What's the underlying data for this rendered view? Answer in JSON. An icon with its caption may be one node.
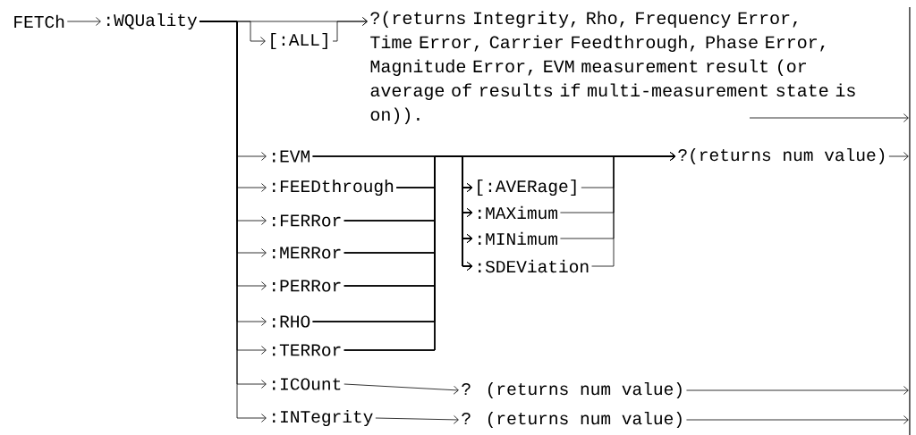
{
  "diagram": {
    "nodes": [
      {
        "text": [
          "FETCh"
        ]
      },
      {
        "text": [
          ":WQUality"
        ]
      },
      {
        "text": [
          "[:ALL]"
        ]
      },
      {
        "text": [
          "?(returns Integrity, Rho, Frequency Error, Time Error, Carrier Feedthrough, Phase Error, Magnitude Error, EVM measurement result (or average of results if multi-measurement state is on))."
        ]
      },
      {
        "text": [
          ":EVM"
        ]
      },
      {
        "text": [
          ":FEEDthrough"
        ]
      },
      {
        "text": [
          ":FERRor"
        ]
      },
      {
        "text": [
          ":MERRor"
        ]
      },
      {
        "text": [
          ":PERRor"
        ]
      },
      {
        "text": [
          ":RHO"
        ]
      },
      {
        "text": [
          ":TERRor"
        ]
      },
      {
        "text": [
          "[:AVERage]"
        ]
      },
      {
        "text": [
          ":MAXimum"
        ]
      },
      {
        "text": [
          ":MINimum"
        ]
      },
      {
        "text": [
          ":SDEViation"
        ]
      },
      {
        "text": [
          "?(returns num value)"
        ]
      },
      {
        "text": [
          ":ICOunt"
        ]
      },
      {
        "text": [
          "? (returns num value)"
        ]
      },
      {
        "text": [
          ":INTegrity"
        ]
      },
      {
        "text": [
          "? (returns num value)"
        ]
      },
      {
        "text": [],
        "shape": "bar"
      }
    ],
    "edges": [
      {
        "from": 0,
        "to": 1,
        "arrow": "to"
      },
      {
        "from": 1,
        "to": 3,
        "arrow": "to"
      },
      {
        "from": 1,
        "to": 2,
        "arrow": "to"
      },
      {
        "from": 2,
        "to": 3,
        "arrow": "to"
      },
      {
        "from": 3,
        "to": 20,
        "arrow": "to"
      },
      {
        "from": 1,
        "to": 4,
        "arrow": "to"
      },
      {
        "from": 1,
        "to": 5,
        "arrow": "to"
      },
      {
        "from": 1,
        "to": 6,
        "arrow": "to"
      },
      {
        "from": 1,
        "to": 7,
        "arrow": "to"
      },
      {
        "from": 1,
        "to": 8,
        "arrow": "to"
      },
      {
        "from": 1,
        "to": 9,
        "arrow": "to"
      },
      {
        "from": 1,
        "to": 10,
        "arrow": "to"
      },
      {
        "from": 1,
        "to": 16,
        "arrow": "to"
      },
      {
        "from": 1,
        "to": 18,
        "arrow": "to"
      },
      {
        "from": 4,
        "to": 15,
        "arrow": "to"
      },
      {
        "from": 5,
        "to": 15,
        "arrow": "to"
      },
      {
        "from": 6,
        "to": 15,
        "arrow": "to"
      },
      {
        "from": 7,
        "to": 15,
        "arrow": "to"
      },
      {
        "from": 8,
        "to": 15,
        "arrow": "to"
      },
      {
        "from": 9,
        "to": 15,
        "arrow": "to"
      },
      {
        "from": 10,
        "to": 15,
        "arrow": "to"
      },
      {
        "from": 4,
        "to": 11,
        "arrow": "to"
      },
      {
        "from": 4,
        "to": 12,
        "arrow": "to"
      },
      {
        "from": 4,
        "to": 13,
        "arrow": "to"
      },
      {
        "from": 4,
        "to": 14,
        "arrow": "to"
      },
      {
        "from": 5,
        "to": 11,
        "arrow": "to"
      },
      {
        "from": 5,
        "to": 12,
        "arrow": "to"
      },
      {
        "from": 5,
        "to": 13,
        "arrow": "to"
      },
      {
        "from": 5,
        "to": 14,
        "arrow": "to"
      },
      {
        "from": 6,
        "to": 11,
        "arrow": "to"
      },
      {
        "from": 6,
        "to": 12,
        "arrow": "to"
      },
      {
        "from": 6,
        "to": 13,
        "arrow": "to"
      },
      {
        "from": 6,
        "to": 14,
        "arrow": "to"
      },
      {
        "from": 7,
        "to": 11,
        "arrow": "to"
      },
      {
        "from": 7,
        "to": 12,
        "arrow": "to"
      },
      {
        "from": 7,
        "to": 13,
        "arrow": "to"
      },
      {
        "from": 7,
        "to": 14,
        "arrow": "to"
      },
      {
        "from": 8,
        "to": 11,
        "arrow": "to"
      },
      {
        "from": 8,
        "to": 12,
        "arrow": "to"
      },
      {
        "from": 8,
        "to": 13,
        "arrow": "to"
      },
      {
        "from": 8,
        "to": 14,
        "arrow": "to"
      },
      {
        "from": 9,
        "to": 11,
        "arrow": "to"
      },
      {
        "from": 9,
        "to": 12,
        "arrow": "to"
      },
      {
        "from": 9,
        "to": 13,
        "arrow": "to"
      },
      {
        "from": 9,
        "to": 14,
        "arrow": "to"
      },
      {
        "from": 10,
        "to": 11,
        "arrow": "to"
      },
      {
        "from": 10,
        "to": 12,
        "arrow": "to"
      },
      {
        "from": 10,
        "to": 13,
        "arrow": "to"
      },
      {
        "from": 10,
        "to": 14,
        "arrow": "to"
      },
      {
        "from": 11,
        "to": 15,
        "arrow": "to"
      },
      {
        "from": 12,
        "to": 15,
        "arrow": "to"
      },
      {
        "from": 13,
        "to": 15,
        "arrow": "to"
      },
      {
        "from": 14,
        "to": 15,
        "arrow": "to"
      },
      {
        "from": 15,
        "to": 20,
        "arrow": "to"
      },
      {
        "from": 16,
        "to": 17,
        "arrow": "to"
      },
      {
        "from": 17,
        "to": 20,
        "arrow": "to"
      },
      {
        "from": 18,
        "to": 19,
        "arrow": "to"
      },
      {
        "from": 19,
        "to": 20,
        "arrow": "to"
      }
    ]
  }
}
